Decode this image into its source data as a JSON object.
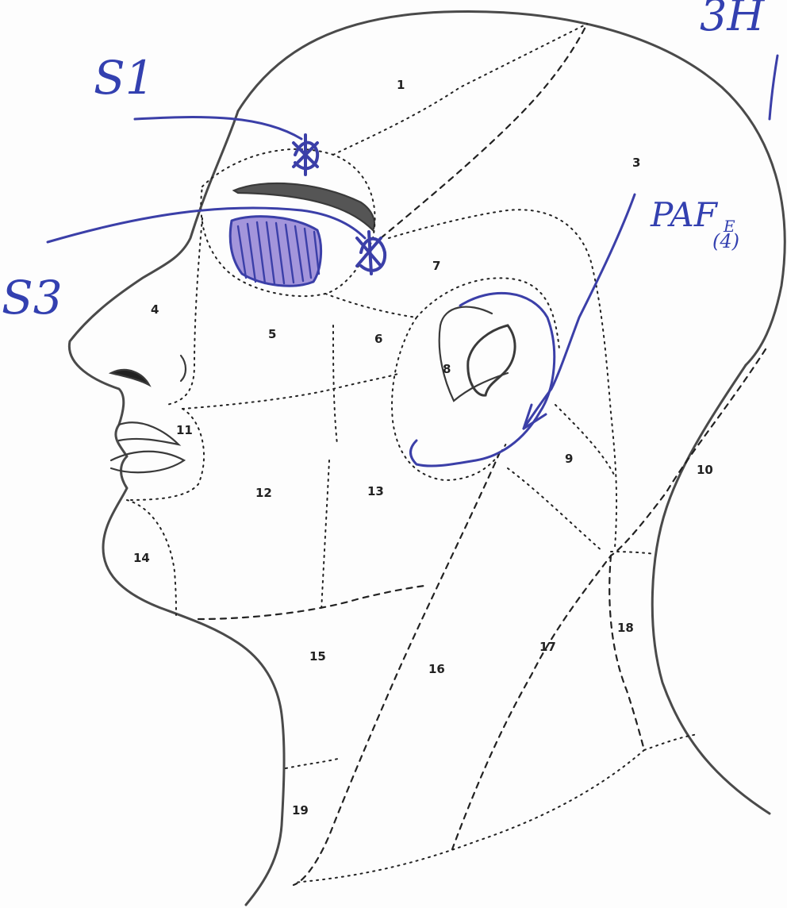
{
  "diagram": {
    "region_numbers": [
      {
        "id": "r1",
        "label": "1"
      },
      {
        "id": "r3",
        "label": "3"
      },
      {
        "id": "r4",
        "label": "4"
      },
      {
        "id": "r5",
        "label": "5"
      },
      {
        "id": "r6",
        "label": "6"
      },
      {
        "id": "r7",
        "label": "7"
      },
      {
        "id": "r8",
        "label": "8"
      },
      {
        "id": "r9",
        "label": "9"
      },
      {
        "id": "r10",
        "label": "10"
      },
      {
        "id": "r11",
        "label": "11"
      },
      {
        "id": "r12",
        "label": "12"
      },
      {
        "id": "r13",
        "label": "13"
      },
      {
        "id": "r14",
        "label": "14"
      },
      {
        "id": "r15",
        "label": "15"
      },
      {
        "id": "r16",
        "label": "16"
      },
      {
        "id": "r17",
        "label": "17"
      },
      {
        "id": "r18",
        "label": "18"
      },
      {
        "id": "r19",
        "label": "19"
      }
    ],
    "annotations": {
      "s1": "S1",
      "s3": "S3",
      "paf": "PAF",
      "paf_sub": "E",
      "paf_count": "(4)",
      "corner": "3H"
    },
    "ink_color": "#3b3fa8",
    "line_color": "#4a4a4a"
  }
}
